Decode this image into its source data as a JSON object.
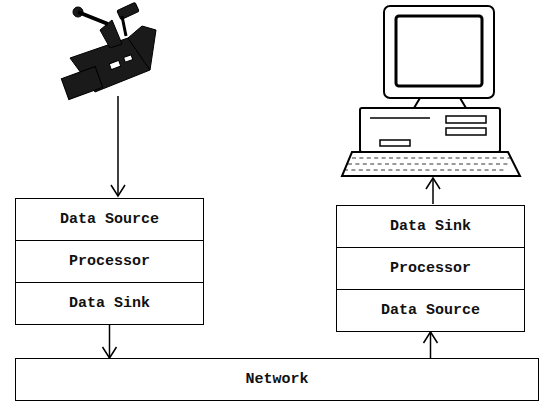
{
  "diagram": {
    "nodes": [
      {
        "text": [
          "Data Source"
        ]
      },
      {
        "text": [
          "Processor"
        ]
      },
      {
        "text": [
          "Data Sink"
        ]
      },
      {
        "text": [
          "Data Sink"
        ]
      },
      {
        "text": [
          "Processor"
        ]
      },
      {
        "text": [
          "Data Source"
        ]
      },
      {
        "text": [
          "Network"
        ]
      }
    ],
    "edges": [
      {
        "from": 2,
        "to": 6,
        "arrow": "to"
      },
      {
        "from": 6,
        "to": 5,
        "arrow": "to"
      }
    ]
  }
}
